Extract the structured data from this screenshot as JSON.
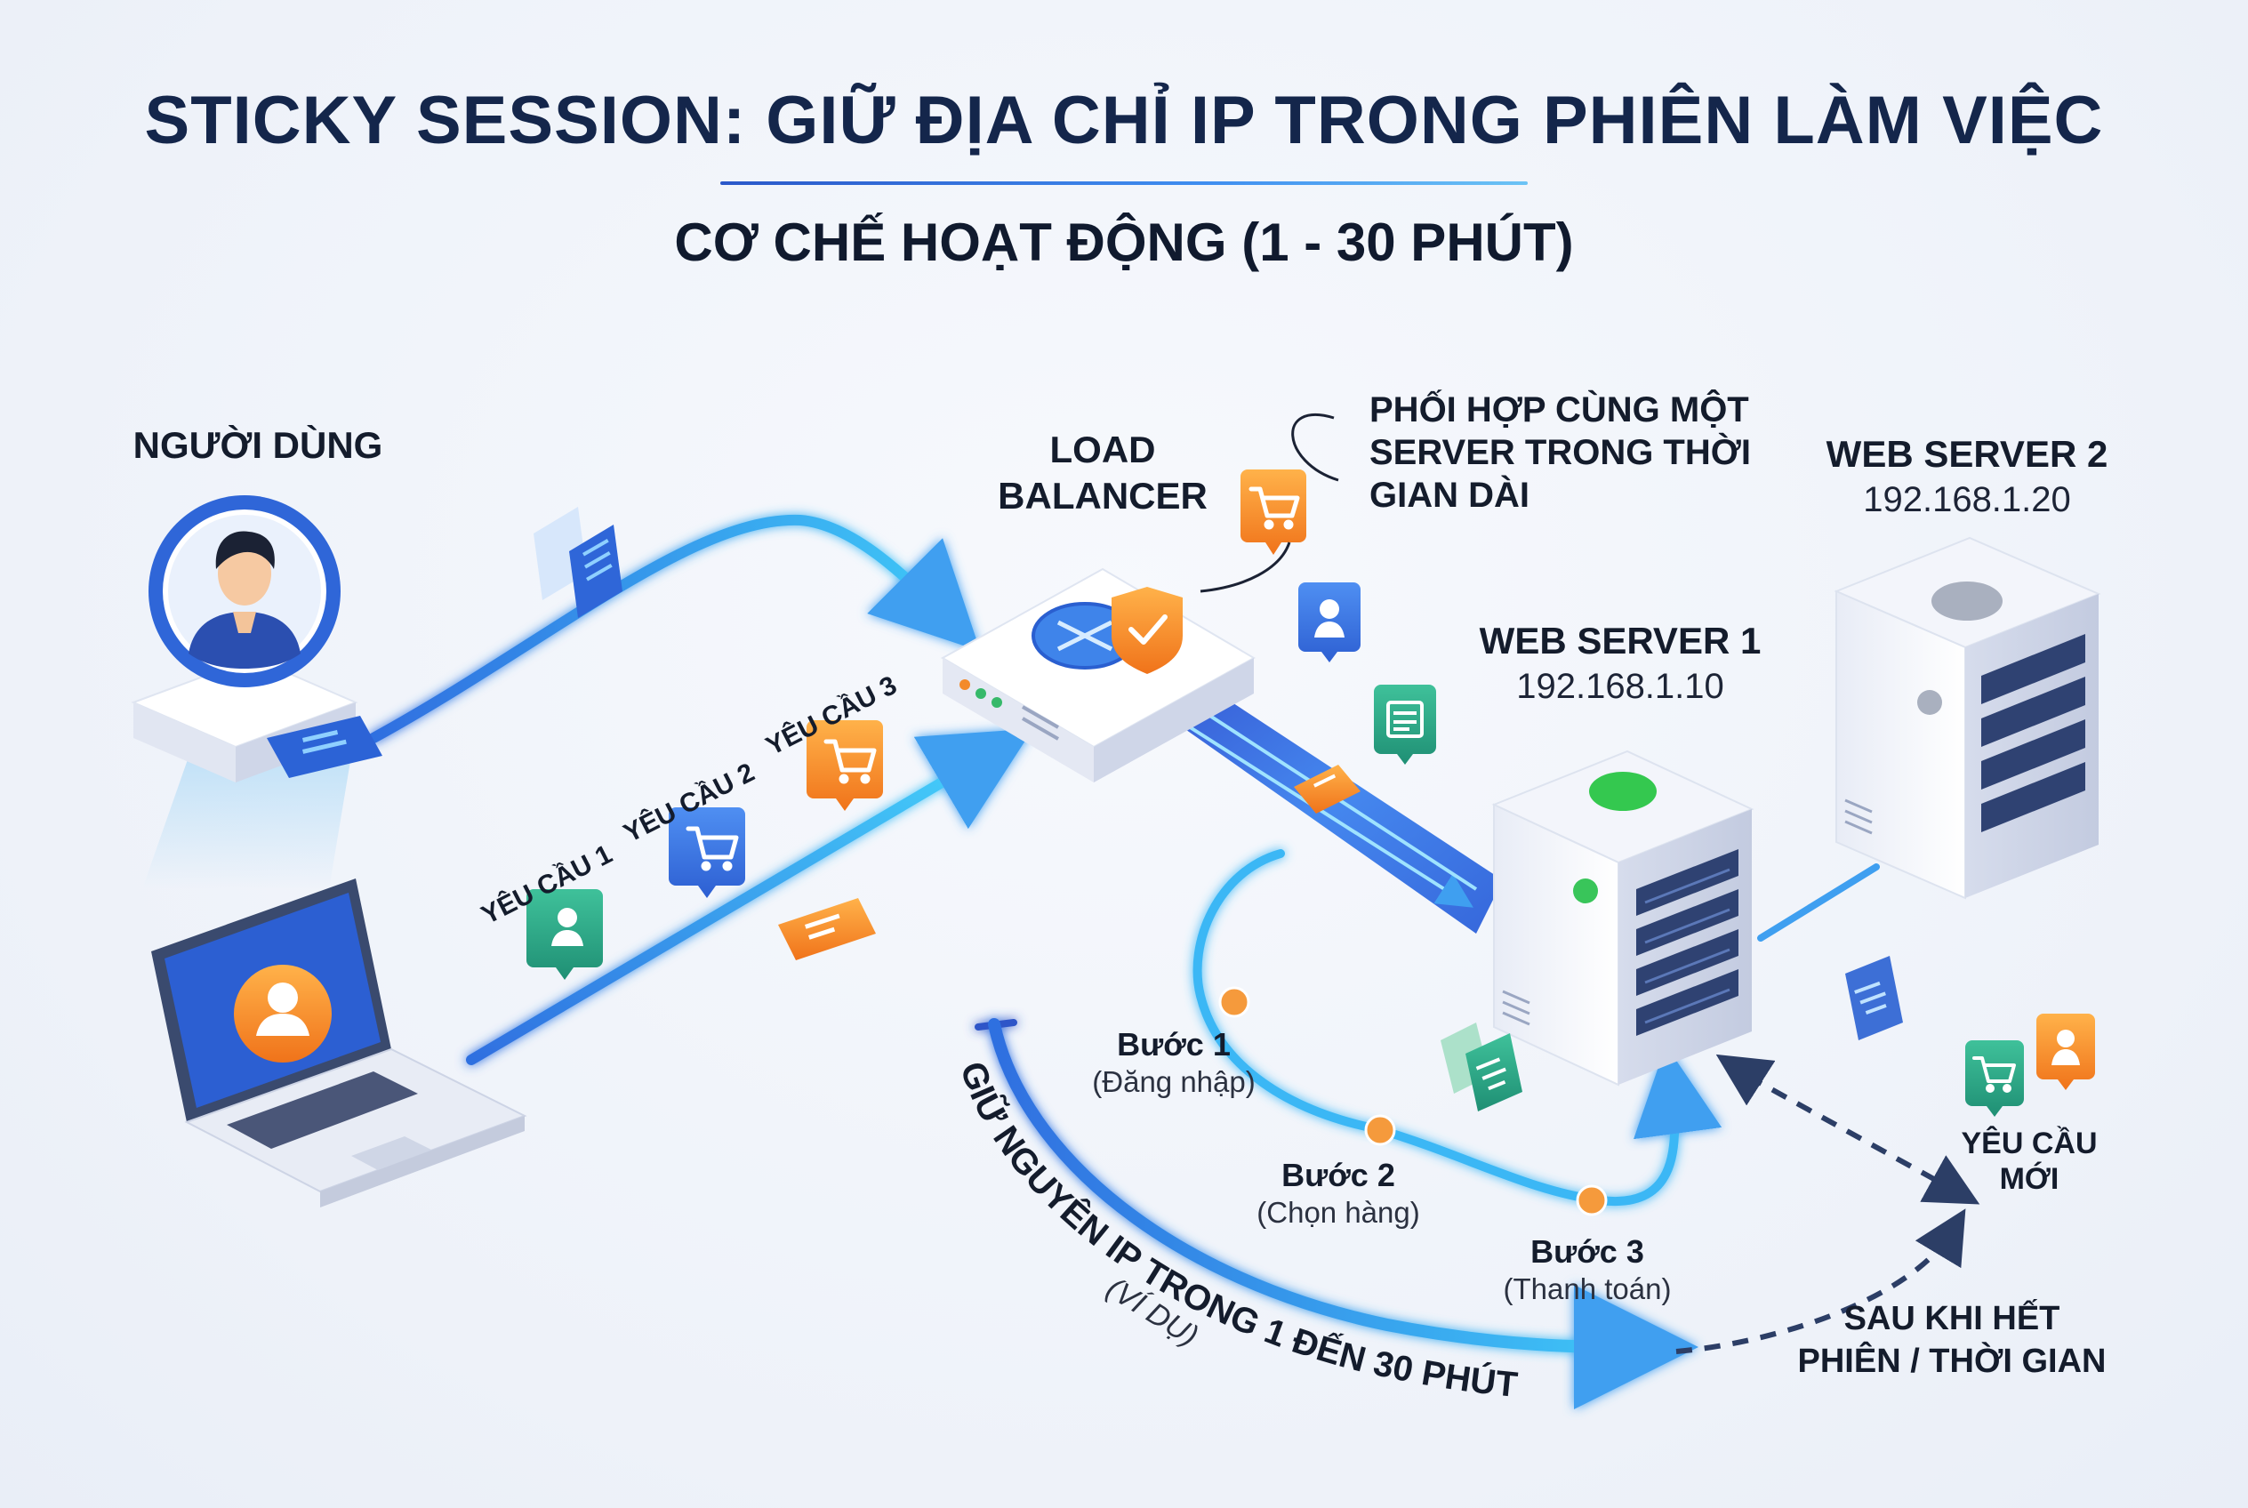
{
  "header": {
    "title": "STICKY SESSION: GIỮ ĐỊA CHỈ IP TRONG PHIÊN LÀM VIỆC",
    "subtitle": "CƠ CHẾ HOẠT ĐỘNG (1 - 30 PHÚT)"
  },
  "nodes": {
    "user": "NGƯỜI DÙNG",
    "load_balancer_line1": "LOAD",
    "load_balancer_line2": "BALANCER",
    "callout_line1": "PHỐI HỢP CÙNG MỘT",
    "callout_line2": "SERVER TRONG THỜI",
    "callout_line3": "GIAN  DÀI",
    "server1_name": "WEB SERVER 1",
    "server1_ip": "192.168.1.10",
    "server2_name": "WEB SERVER 2",
    "server2_ip": "192.168.1.20"
  },
  "requests": {
    "req1": "YÊU CẦU 1",
    "req2": "YÊU CẦU 2",
    "req3": "YÊU CẦU 3",
    "new_line1": "YÊU CẦU",
    "new_line2": "MỚI"
  },
  "steps": [
    {
      "title": "Bước 1",
      "sub": "(Đăng nhập)"
    },
    {
      "title": "Bước 2",
      "sub": "(Chọn hàng)"
    },
    {
      "title": "Bước 3",
      "sub": "(Thanh toán)"
    }
  ],
  "retention": {
    "label": "GIỮ NGUYÊN IP TRONG 1 ĐẾN 30 PHÚT",
    "example": "(VÍ DỤ)"
  },
  "expiry": {
    "line1": "SAU KHI HẾT",
    "line2": "PHIÊN / THỜI GIAN"
  },
  "colors": {
    "navy": "#14264b",
    "accent_blue": "#2f7de8",
    "flow_cyan": "#35c3f5",
    "orange": "#f48a1f",
    "green": "#2fb85a",
    "teal_badge": "#2aa38a"
  },
  "icons": [
    "user-avatar-icon",
    "laptop-icon",
    "router-icon",
    "shield-check-icon",
    "cart-icon",
    "user-badge-icon",
    "document-icon",
    "server-icon"
  ]
}
